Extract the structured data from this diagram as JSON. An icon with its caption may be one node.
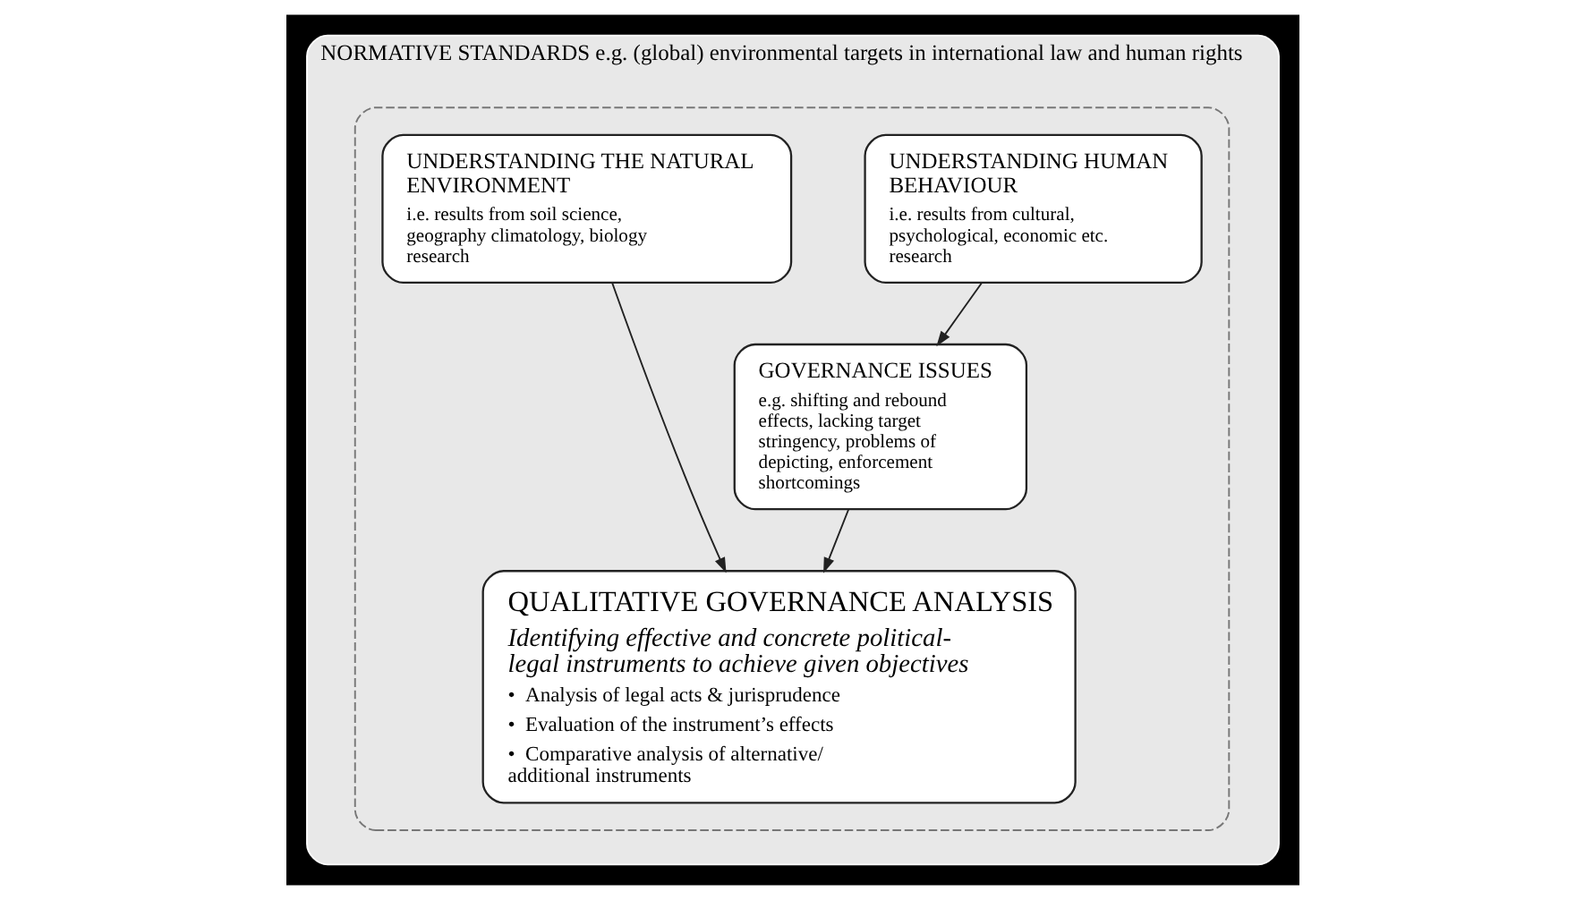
{
  "diagram": {
    "nodes": [
      {
        "text": [
          "NORMATIVE STANDARDS e.g. (global) environmental targets in international law and human rights"
        ]
      },
      {
        "text": [],
        "shape": "box",
        "in": 0
      },
      {
        "text": [
          "UNDERSTANDING THE NATURAL ENVIRONMENT",
          "i.e. results from soil science, geography climatology, biology research"
        ],
        "in": 1
      },
      {
        "text": [
          "UNDERSTANDING HUMAN BEHAVIOUR",
          "i.e. results from cultural, psychological, economic etc. research"
        ],
        "in": 1
      },
      {
        "text": [
          "GOVERNANCE ISSUES",
          "e.g. shifting and rebound effects, lacking target stringency, problems of depicting, enforcement shortcomings"
        ],
        "in": 1
      },
      {
        "text": [
          "QUALITATIVE GOVERNANCE ANALYSIS",
          "Identifying effective and concrete political-legal instruments to achieve given objectives",
          "•  Analysis of legal acts & jurisprudence",
          "•  Evaluation of the instrument’s effects",
          "•  Comparative analysis of alternative/ additional instruments"
        ],
        "in": 1
      }
    ],
    "edges": [
      {
        "from": 2,
        "to": 5,
        "arrow": "to"
      },
      {
        "from": 3,
        "to": 4,
        "arrow": "to"
      },
      {
        "from": 4,
        "to": 5,
        "arrow": "to"
      }
    ]
  }
}
